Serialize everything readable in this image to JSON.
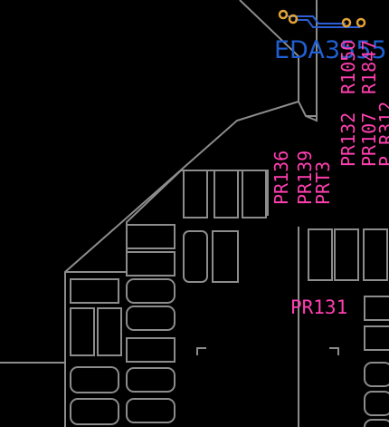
{
  "board": {
    "net_label": "EDA3555",
    "colors": {
      "background": "#000000",
      "outline": "#8c8c8c",
      "refdes": "#ff3fb0",
      "net": "#1f5fd1",
      "via": "#e3a235"
    }
  },
  "refdes": {
    "pr136": "PR136",
    "pr139": "PR139",
    "prt3": "PRT3",
    "pr132": "PR132",
    "pr107": "PR107",
    "pr312": "P.R312",
    "r1050": "R1050",
    "r1847": "R1847",
    "pr131": "PR131"
  }
}
